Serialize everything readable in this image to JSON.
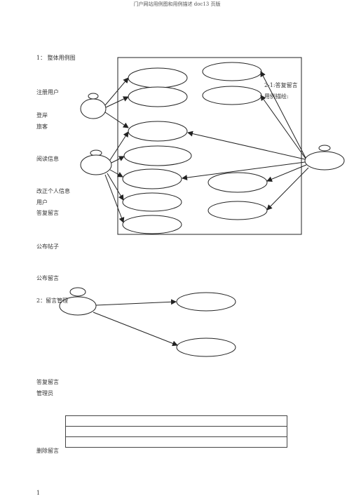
{
  "header": "门户网站用例图和用例描述 doc13 页版",
  "section1": {
    "title": "1： 整体用例图"
  },
  "labels": {
    "register_user": "注册用户",
    "login": "登岸",
    "guest": "旅客",
    "read_info": "阅读信息",
    "edit_profile": "改正个人信息",
    "user": "用户",
    "reply_message_left": "答复留言",
    "publish_post": "公布帖子",
    "publish_message": "公布留言",
    "reply_desc_line1": "2-1:答复留言",
    "reply_desc_line2": "用例描绘:"
  },
  "section2": {
    "title": "2：留言管理"
  },
  "labels2": {
    "reply_message": "答复留言",
    "admin": "管理员",
    "delete_message": "删除留言"
  },
  "page_number": "1"
}
